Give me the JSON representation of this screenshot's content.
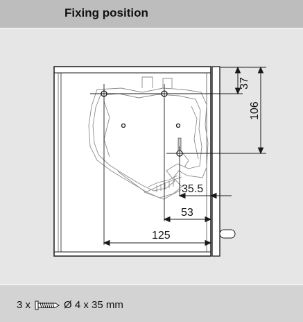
{
  "header": {
    "title": "Fixing position"
  },
  "diagram": {
    "dimensions": {
      "top_offset": "37",
      "hole_spacing": "106",
      "hinge_offset": "35.5",
      "mid_offset": "53",
      "width_offset": "125"
    }
  },
  "footer": {
    "quantity": "3 x",
    "icon": "screw-icon",
    "spec": "Ø 4 x 35 mm"
  }
}
